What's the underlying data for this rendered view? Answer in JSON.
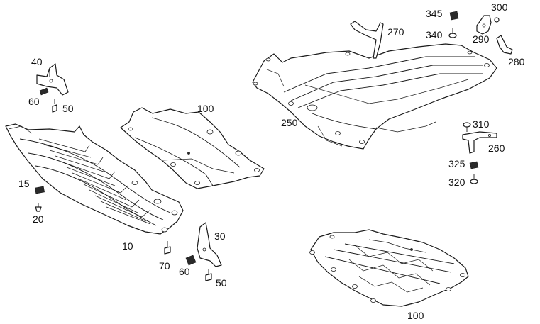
{
  "callouts": {
    "c10": "10",
    "c15": "15",
    "c20": "20",
    "c30": "30",
    "c40": "40",
    "c50a": "50",
    "c50b": "50",
    "c60a": "60",
    "c60b": "60",
    "c70": "70",
    "c100a": "100",
    "c100b": "100",
    "c250": "250",
    "c260": "260",
    "c270": "270",
    "c280": "280",
    "c290": "290",
    "c300": "300",
    "c310": "310",
    "c320": "320",
    "c325": "325",
    "c340": "340",
    "c345": "345"
  }
}
